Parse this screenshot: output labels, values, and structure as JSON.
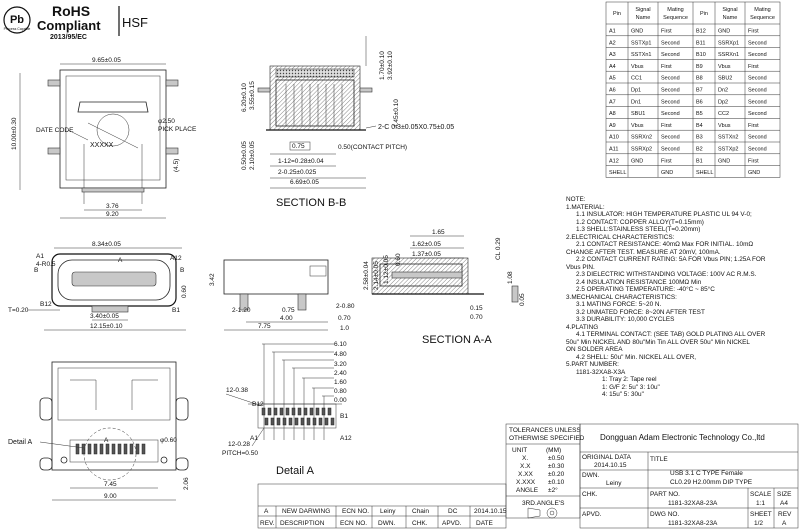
{
  "compliance": {
    "seal_text": "Pb",
    "seal_subtext": "Process Capable",
    "rohs": "RoHS",
    "compliant": "Compliant",
    "directive": "2013/95/EC",
    "hsf": "HSF"
  },
  "top_view": {
    "dim_width": "9.65±0.05",
    "dim_height": "10.00±0.30",
    "date_code": "DATE CODE",
    "pick_place": "PICK PLACE",
    "pick_place_dim": "φ2.50",
    "marking": "XXXXX",
    "dim_3_76": "3.76",
    "dim_9_20": "9.20",
    "dim_4_5": "(4.5)"
  },
  "section_bb": {
    "label": "SECTION B-B",
    "dim_1_70": "1.70±0.10",
    "dim_3_92": "3.92±0.10",
    "dim_4_45": "4.45±0.10",
    "dim_6_20": "6.20±0.10",
    "dim_3_55": "3.55±0.15",
    "dim_0_50": "0.50±0.05",
    "dim_2_10": "2.10±0.05",
    "dim_0_75": "0.75",
    "dim_cl": "2-C  0.3±0.05X0.75±0.05",
    "dim_pitch": "0.50(CONTACT PITCH)",
    "dim_1_12": "1-12=0.28±0.04",
    "dim_2_025": "2-0.25±0.025",
    "dim_6_69": "6.69±0.05"
  },
  "bottom_left": {
    "dim_8_34": "8.34±0.05",
    "label_a1": "A1",
    "label_a": "A",
    "label_a12": "A12",
    "label_b": "B",
    "label_b12": "B12",
    "label_b1": "B1",
    "dim_4_85": "4-R0.5",
    "dim_t020": "T=0.20",
    "dim_3_40": "3.40±0.05",
    "dim_12_15": "12.15±0.10"
  },
  "side_view": {
    "dim_3_42": "3.42",
    "dim_0_60": "0.60",
    "dim_2_120": "2-1.20",
    "dim_0_75": "0.75",
    "dim_2_080": "2-0.80",
    "dim_4_00": "4.00",
    "dim_0_70": "0.70",
    "dim_7_75": "7.75",
    "dim_1_0": "1.0"
  },
  "section_aa": {
    "label": "SECTION A-A",
    "dim_2_58": "2.58±0.04",
    "dim_2_14": "2.14±0.05",
    "dim_1_12": "1.12±0.05",
    "dim_0_60": "0.60",
    "dim_1_65": "1.65",
    "dim_1_62": "1.62±0.05",
    "dim_1_37": "1.37±0.05",
    "dim_cl": "CL 0.29",
    "dim_1_08": "1.08",
    "dim_0_15": "0.15",
    "dim_0_70": "0.70",
    "dim_0_05": "0.05"
  },
  "detail_a": {
    "label": "Detail A",
    "label_a": "A",
    "dim_0_60": "φ0.60",
    "dim_7_45": "7.45",
    "dim_9_00": "9.00",
    "dim_2_06": "2.06"
  },
  "detail_a_zoom": {
    "label": "Detail A",
    "dims": [
      "6.10",
      "4.80",
      "3.20",
      "2.40",
      "1.60",
      "0.80",
      "0.00"
    ],
    "dim_12_038": "12-0.38",
    "dim_12_028": "12-0.28",
    "dim_pitch": "PITCH=0.50",
    "label_b12": "B12",
    "label_a12": "A12",
    "label_b1": "B1",
    "label_a1": "A1"
  },
  "pin_table": {
    "headers": [
      "Pin",
      "Signal\nName",
      "Mating\nSequence",
      "Pin",
      "Signal\nName",
      "Mating\nSequence"
    ],
    "rows": [
      [
        "A1",
        "GND",
        "First",
        "B12",
        "GND",
        "First"
      ],
      [
        "A2",
        "SSTXp1",
        "Second",
        "B11",
        "SSRXp1",
        "Second"
      ],
      [
        "A3",
        "SSTXn1",
        "Second",
        "B10",
        "SSRXn1",
        "Second"
      ],
      [
        "A4",
        "Vbus",
        "First",
        "B9",
        "Vbus",
        "First"
      ],
      [
        "A5",
        "CC1",
        "Second",
        "B8",
        "SBU2",
        "Second"
      ],
      [
        "A6",
        "Dp1",
        "Second",
        "B7",
        "Dn2",
        "Second"
      ],
      [
        "A7",
        "Dn1",
        "Second",
        "B6",
        "Dp2",
        "Second"
      ],
      [
        "A8",
        "SBU1",
        "Second",
        "B5",
        "CC2",
        "Second"
      ],
      [
        "A9",
        "Vbus",
        "First",
        "B4",
        "Vbus",
        "First"
      ],
      [
        "A10",
        "SSRXn2",
        "Second",
        "B3",
        "SSTXn2",
        "Second"
      ],
      [
        "A11",
        "SSRXp2",
        "Second",
        "B2",
        "SSTXp2",
        "Second"
      ],
      [
        "A12",
        "GND",
        "First",
        "B1",
        "GND",
        "First"
      ],
      [
        "SHELL",
        "",
        "GND",
        "SHELL",
        "",
        "GND"
      ]
    ]
  },
  "notes": {
    "heading": "NOTE:",
    "lines": [
      {
        "indent": 0,
        "text": "1.MATERIAL:"
      },
      {
        "indent": 1,
        "text": "1.1 INSULATOR: HIGH TEMPERATURE PLASTIC UL 94 V-0;"
      },
      {
        "indent": 1,
        "text": "1.2 CONTACT: COPPER ALLOY(T=0.15mm)"
      },
      {
        "indent": 1,
        "text": "1.3 SHELL:STAINLESS STEEL(T=0.20mm)"
      },
      {
        "indent": 0,
        "text": "2.ELECTRICAL CHARACTERISTICS:"
      },
      {
        "indent": 1,
        "text": "2.1 CONTACT RESISTANCE: 40mΩ Max FOR INITIAL. 10mΩ"
      },
      {
        "indent": 0,
        "text": "CHANGE AFTER TEST. MEASURE AT 20mV, 100mA."
      },
      {
        "indent": 1,
        "text": "2.2 CONTACT CURRENT RATING: 5A FOR Vbus PIN; 1.25A FOR"
      },
      {
        "indent": 0,
        "text": "Vbus PIN."
      },
      {
        "indent": 1,
        "text": "2.3 DIELECTRIC WITHSTANDING VOLTAGE: 100V AC R.M.S."
      },
      {
        "indent": 1,
        "text": "2.4 INSULATION RESISTANCE 100MΩ Min"
      },
      {
        "indent": 1,
        "text": "2.5 OPERATING TEMPERATURE: -40°C ~ 85°C"
      },
      {
        "indent": 0,
        "text": "3.MECHANICAL CHARACTERISTICS:"
      },
      {
        "indent": 1,
        "text": "3.1 MATING FORCE: 5~20 N."
      },
      {
        "indent": 1,
        "text": "3.2 UNMATED FORCE: 8~20N AFTER TEST"
      },
      {
        "indent": 1,
        "text": "3.3 DURABILITY: 10,000 CYCLES"
      },
      {
        "indent": 0,
        "text": "4.PLATING"
      },
      {
        "indent": 1,
        "text": "4.1 TERMINAL CONTACT: (SEE TAB) GOLD PLATING ALL OVER"
      },
      {
        "indent": 0,
        "text": "50u\" Min NICKEL AND 80u\"Min Tin ALL OVER 50u\" Min NICKEL"
      },
      {
        "indent": 0,
        "text": "ON SOLDER AREA"
      },
      {
        "indent": 1,
        "text": "4.2 SHELL: 50u\" Min. NICKEL ALL OVER,"
      },
      {
        "indent": 0,
        "text": "5.PART NUMBER:"
      },
      {
        "indent": 1,
        "text": "1181-32XA8-X3A"
      },
      {
        "indent": 2,
        "text": "1: Tray    2: Tape reel"
      },
      {
        "indent": 2,
        "text": "1: G/F    2: 5u\"    3: 10u\""
      },
      {
        "indent": 2,
        "text": "4: 15u\"   5: 30u\""
      }
    ]
  },
  "tolerances": {
    "title1": "TOLERANCES UNLESS",
    "title2": "OTHERWISE SPECIFIED",
    "unit_label": "UNIT",
    "unit_value": "(MM)",
    "rows": [
      [
        "X.",
        "±0.50"
      ],
      [
        "X.X",
        "±0.30"
      ],
      [
        "X.XX",
        "±0.20"
      ],
      [
        "X.XXX",
        "±0.10"
      ],
      [
        "ANGLE",
        "±2°"
      ]
    ],
    "projection": "3RD.ANGLE'S"
  },
  "title_block": {
    "company": "Dongguan Adam Electronic Technology Co.,ltd",
    "original_data_label": "ORIGINAL DATA",
    "original_data": "2014.10.15",
    "title_label": "TITLE",
    "title_line1": "USB  3.1  C  TYPE  Female",
    "title_line2": "CL0.29  H2.00mm  DIP  TYPE",
    "dwn_label": "DWN.",
    "dwn_value": "Leiny",
    "chk_label": "CHK.",
    "part_no_label": "PART NO.",
    "part_no": "1181-32XA8-23A",
    "scale_label": "SCALE",
    "scale": "1:1",
    "size_label": "SIZE",
    "size": "A4",
    "apvd_label": "APVD.",
    "dwg_no_label": "DWG NO.",
    "dwg_no": "1181-32XA8-23A",
    "sheet_label": "SHEET",
    "sheet": "1/2",
    "rev_label": "REV",
    "rev": "A"
  },
  "revision_block": {
    "headers": [
      "REV.",
      "DESCRIPTION",
      "ECN NO.",
      "DWN.",
      "CHK.",
      "APVD.",
      "DATE"
    ],
    "row": [
      "A",
      "NEW DARWING",
      "ECN NO.",
      "Leiny",
      "Chain",
      "DC",
      "2014.10.15"
    ]
  }
}
